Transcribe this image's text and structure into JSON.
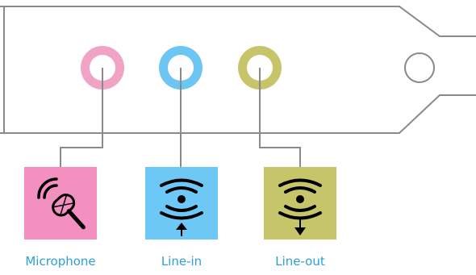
{
  "diagram": {
    "colors": {
      "outline": "#8a8a8a",
      "label_text": "#2e9fd8",
      "icon_stroke": "#000000"
    },
    "jacks": [
      {
        "id": "mic",
        "label": "Microphone",
        "color": "#f0a3c4",
        "icon": "microphone-icon"
      },
      {
        "id": "line-in",
        "label": "Line-in",
        "color": "#6cc6f3",
        "icon": "line-in-icon"
      },
      {
        "id": "line-out",
        "label": "Line-out",
        "color": "#c8c46a",
        "icon": "line-out-icon"
      }
    ]
  }
}
